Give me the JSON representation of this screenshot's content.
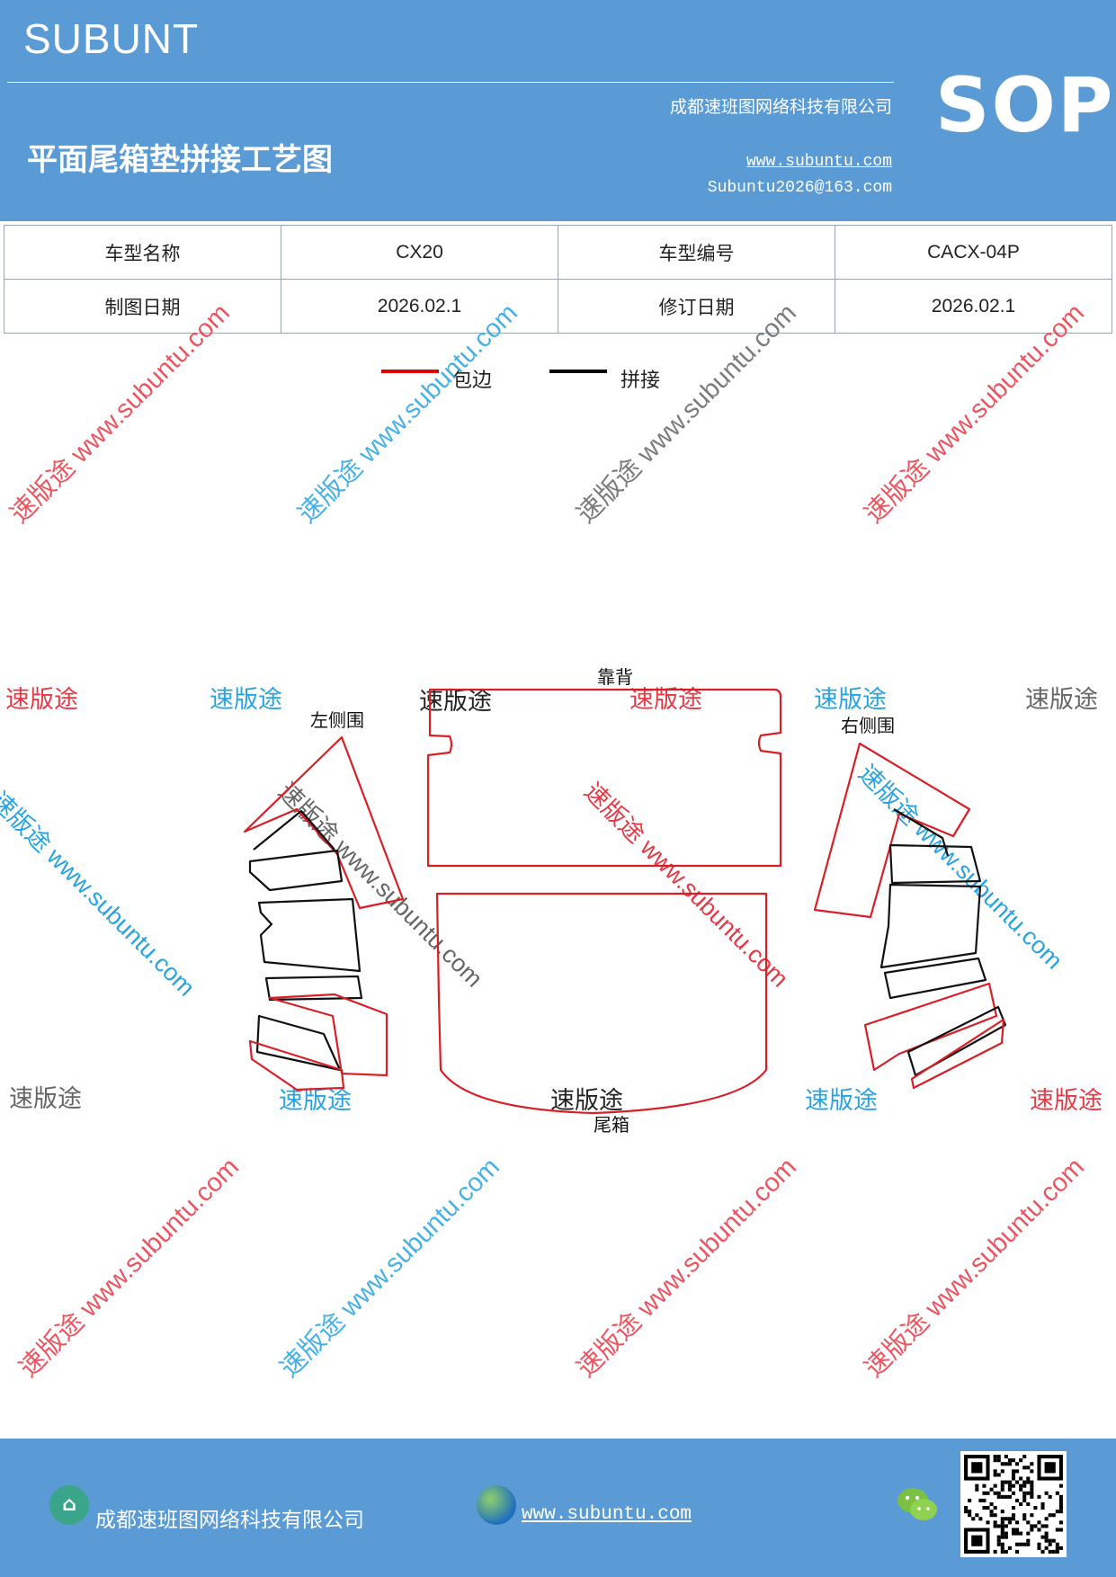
{
  "header": {
    "brand": "SUBUNT",
    "company": "成都速班图网络科技有限公司",
    "title": "平面尾箱垫拼接工艺图",
    "website": "www.subuntu.com",
    "email": "Subuntu2026@163.com",
    "badge": "SOP",
    "background_color": "#5b9bd5"
  },
  "info_table": {
    "rows": [
      [
        "车型名称",
        "CX20",
        "车型编号",
        "CACX-04P"
      ],
      [
        "制图日期",
        "2026.02.1",
        "修订日期",
        "2026.02.1"
      ]
    ]
  },
  "legend": {
    "items": [
      {
        "label": "包边",
        "color": "#e00000"
      },
      {
        "label": "拼接",
        "color": "#000000"
      }
    ]
  },
  "diagram": {
    "labels": {
      "backrest": "靠背",
      "left_side": "左侧围",
      "right_side": "右侧围",
      "trunk": "尾箱"
    },
    "edge_color": "#d81f26",
    "seam_color": "#111111"
  },
  "watermark": {
    "brand": "速版途",
    "url": "www.subuntu.com",
    "colors": [
      "#e63946",
      "#29a3e0",
      "#666666"
    ]
  },
  "footer": {
    "company": "成都速班图网络科技有限公司",
    "website": "www.subuntu.com",
    "home_icon": "building-icon",
    "globe_icon": "globe-icon",
    "wechat_icon": "wechat-icon"
  }
}
